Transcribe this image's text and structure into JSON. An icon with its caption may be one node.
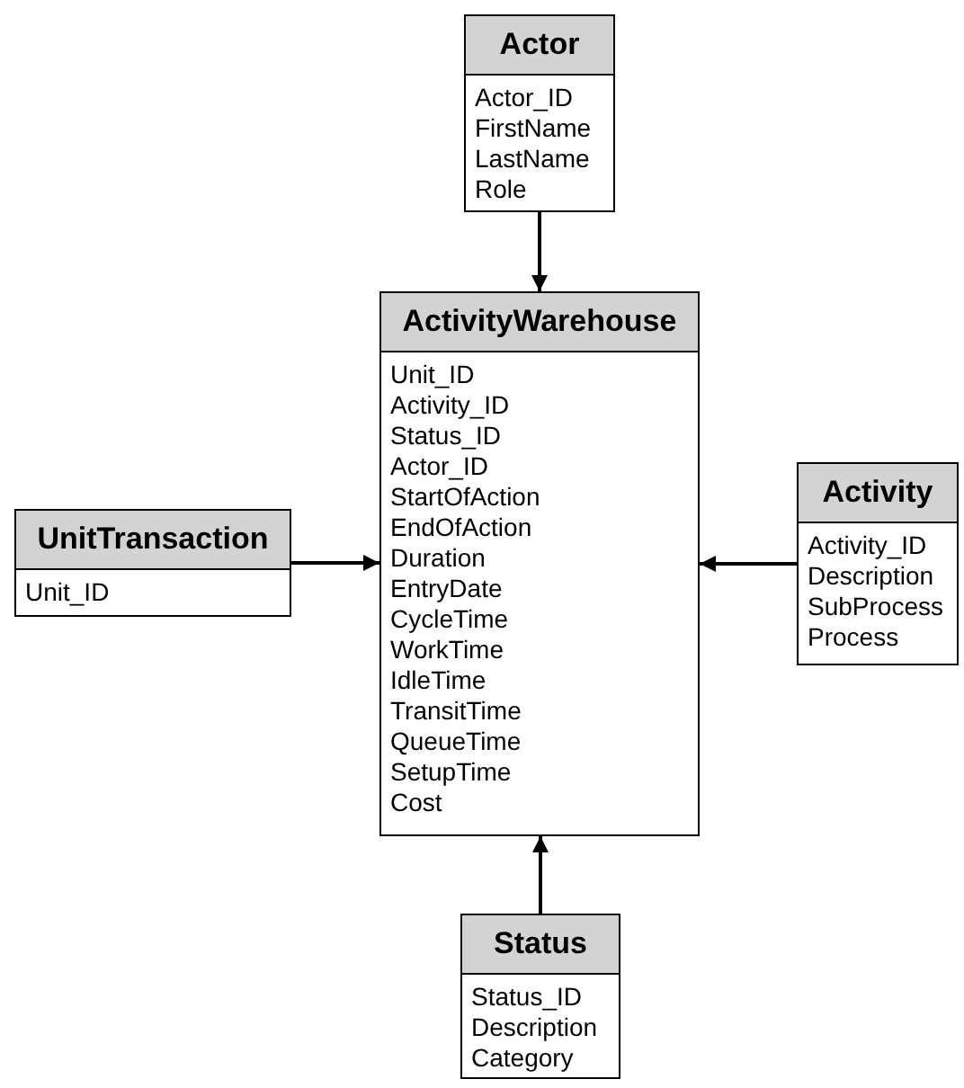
{
  "diagram": {
    "nodes": [
      {
        "text": [
          "Actor",
          "Actor_ID",
          "FirstName",
          "LastName",
          "Role"
        ]
      },
      {
        "text": [
          "ActivityWarehouse",
          "Unit_ID",
          "Activity_ID",
          "Status_ID",
          "Actor_ID",
          "StartOfAction",
          "EndOfAction",
          "Duration",
          "EntryDate",
          "CycleTime",
          "WorkTime",
          "IdleTime",
          "TransitTime",
          "QueueTime",
          "SetupTime",
          "Cost"
        ]
      },
      {
        "text": [
          "UnitTransaction",
          "Unit_ID"
        ]
      },
      {
        "text": [
          "Activity",
          "Activity_ID",
          "Description",
          "SubProcess",
          "Process"
        ]
      },
      {
        "text": [
          "Status",
          "Status_ID",
          "Description",
          "Category"
        ]
      }
    ],
    "edges": [
      {
        "from": 0,
        "to": 1,
        "arrow": "to"
      },
      {
        "from": 2,
        "to": 1,
        "arrow": "to"
      },
      {
        "from": 3,
        "to": 1,
        "arrow": "to"
      },
      {
        "from": 4,
        "to": 1,
        "arrow": "to"
      }
    ]
  }
}
